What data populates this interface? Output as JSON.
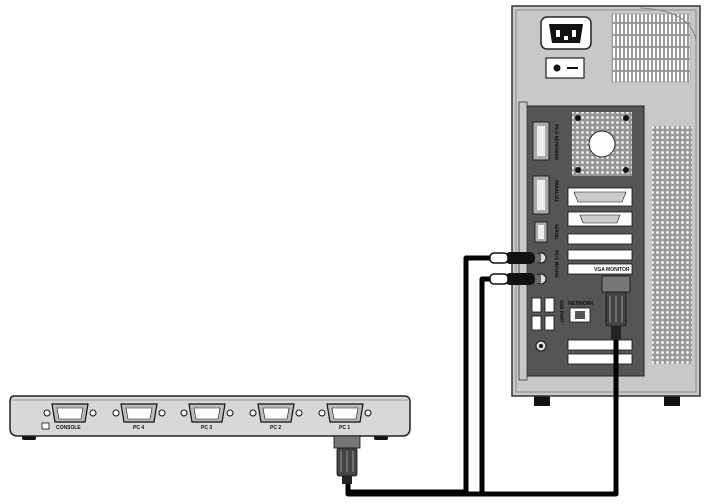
{
  "kvm_switch": {
    "ports": [
      {
        "id": "console",
        "label": "CONSOLE",
        "icon": "monitor-icon"
      },
      {
        "id": "pc4",
        "label": "PC 4"
      },
      {
        "id": "pc3",
        "label": "PC 3"
      },
      {
        "id": "pc2",
        "label": "PC 2"
      },
      {
        "id": "pc1",
        "label": "PC 1"
      }
    ]
  },
  "computer": {
    "rear_labels": {
      "ps2_keyboard": "PS/2 KEYBOARD",
      "parallel": "PARALLEL",
      "serial": "SERIAL",
      "ps2_mouse": "PS/2 MOUSE",
      "usb_port": "USB PORT",
      "vga_monitor": "VGA MONITOR",
      "network": "NETWORK"
    }
  },
  "colors": {
    "chassis": "#c8c8c8",
    "chassis_dark": "#8a8a8a",
    "panel": "#555555",
    "cable": "#000000"
  }
}
